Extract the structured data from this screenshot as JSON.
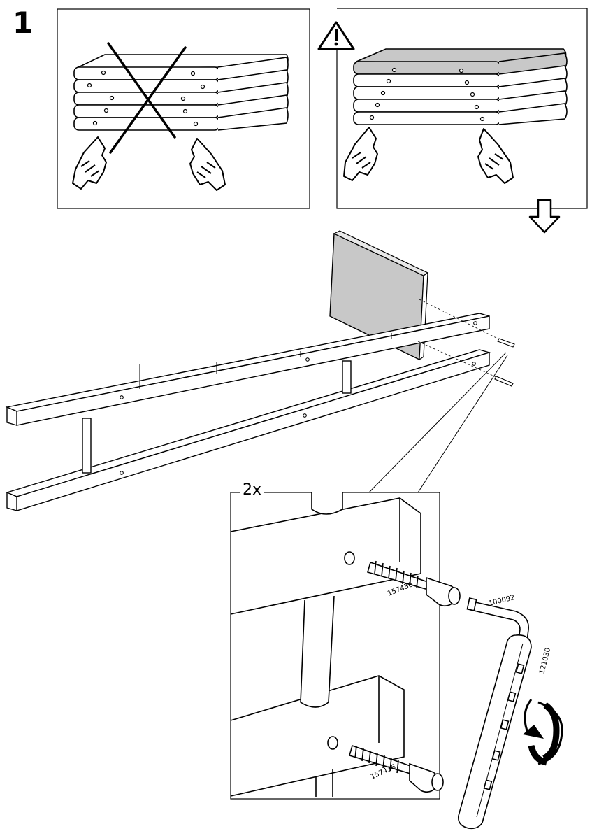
{
  "step": {
    "number": "1"
  },
  "detail": {
    "quantity_label": "2x"
  },
  "parts": {
    "screw_top": "157436",
    "screw_bottom": "157436",
    "allen_key": "100092",
    "tool": "121030"
  },
  "icons": {
    "warning": "warning-triangle-icon",
    "next_arrow": "down-arrow-icon",
    "rotate": "rotate-clockwise-icon"
  }
}
